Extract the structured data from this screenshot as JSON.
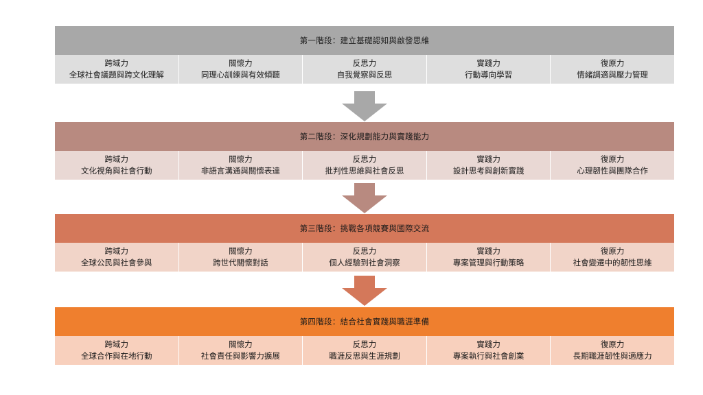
{
  "stages": [
    {
      "title": "第一階段：建立基礎認知與啟發思維",
      "header_color": "#a8a8a8",
      "body_color": "#dedede",
      "columns": [
        {
          "name": "跨域力",
          "desc": "全球社會議題與跨文化理解"
        },
        {
          "name": "關懷力",
          "desc": "同理心訓練與有效傾聽"
        },
        {
          "name": "反思力",
          "desc": "自我覺察與反思"
        },
        {
          "name": "實踐力",
          "desc": "行動導向學習"
        },
        {
          "name": "復原力",
          "desc": "情緒調適與壓力管理"
        }
      ]
    },
    {
      "title": "第二階段：深化規劃能力與實踐能力",
      "header_color": "#b88a80",
      "body_color": "#e9d8d4",
      "columns": [
        {
          "name": "跨域力",
          "desc": "文化視角與社會行動"
        },
        {
          "name": "關懷力",
          "desc": "非語言溝通與關懷表達"
        },
        {
          "name": "反思力",
          "desc": "批判性思維與社會反思"
        },
        {
          "name": "實踐力",
          "desc": "設計思考與創新實踐"
        },
        {
          "name": "復原力",
          "desc": "心理韌性與團隊合作"
        }
      ]
    },
    {
      "title": "第三階段：挑戰各項競賽與國際交流",
      "header_color": "#d4785a",
      "body_color": "#f1d4c8",
      "columns": [
        {
          "name": "跨域力",
          "desc": "全球公民與社會參與"
        },
        {
          "name": "關懷力",
          "desc": "跨世代關懷對話"
        },
        {
          "name": "反思力",
          "desc": "個人經驗到社會洞察"
        },
        {
          "name": "實踐力",
          "desc": "專案管理與行動策略"
        },
        {
          "name": "復原力",
          "desc": "社會變遷中的韌性思維"
        }
      ]
    },
    {
      "title": "第四階段：結合社會實踐與職涯準備",
      "header_color": "#ef7f2e",
      "body_color": "#f8d0bd",
      "columns": [
        {
          "name": "跨域力",
          "desc": "全球合作與在地行動"
        },
        {
          "name": "關懷力",
          "desc": "社會責任與影響力擴展"
        },
        {
          "name": "反思力",
          "desc": "職涯反思與生涯規劃"
        },
        {
          "name": "實踐力",
          "desc": "專案執行與社會創業"
        },
        {
          "name": "復原力",
          "desc": "長期職涯韌性與適應力"
        }
      ]
    }
  ],
  "arrows": [
    {
      "color": "#a8a8a8"
    },
    {
      "color": "#b88a80"
    },
    {
      "color": "#d4785a"
    }
  ]
}
